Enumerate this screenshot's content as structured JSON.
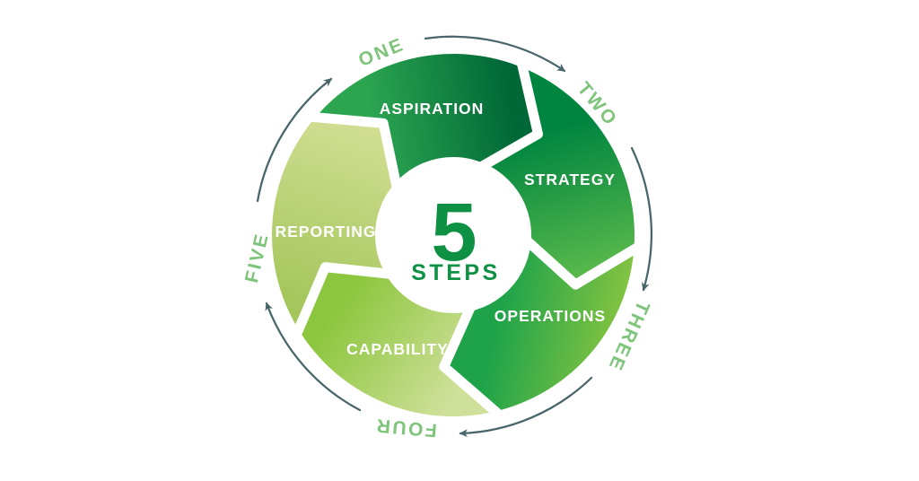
{
  "diagram": {
    "center": {
      "number": "5",
      "label": "STEPS",
      "color": "#0f9144"
    },
    "colors": {
      "arrow": "#48666a",
      "step_number": "#7ec47b",
      "segment_label": "#ffffff",
      "background": "#ffffff"
    },
    "segments": [
      {
        "label": "ASPIRATION",
        "step": "ONE",
        "color_start": "#2ca551",
        "color_end": "#006837"
      },
      {
        "label": "STRATEGY",
        "step": "TWO",
        "color_start": "#008540",
        "color_end": "#5cbb4c"
      },
      {
        "label": "OPERATIONS",
        "step": "THREE",
        "color_start": "#1ea34a",
        "color_end": "#93c840"
      },
      {
        "label": "CAPABILITY",
        "step": "FOUR",
        "color_start": "#cfe09a",
        "color_end": "#8cc63e"
      },
      {
        "label": "REPORTING",
        "step": "FIVE",
        "color_start": "#a4c65c",
        "color_end": "#d3df95"
      }
    ]
  }
}
